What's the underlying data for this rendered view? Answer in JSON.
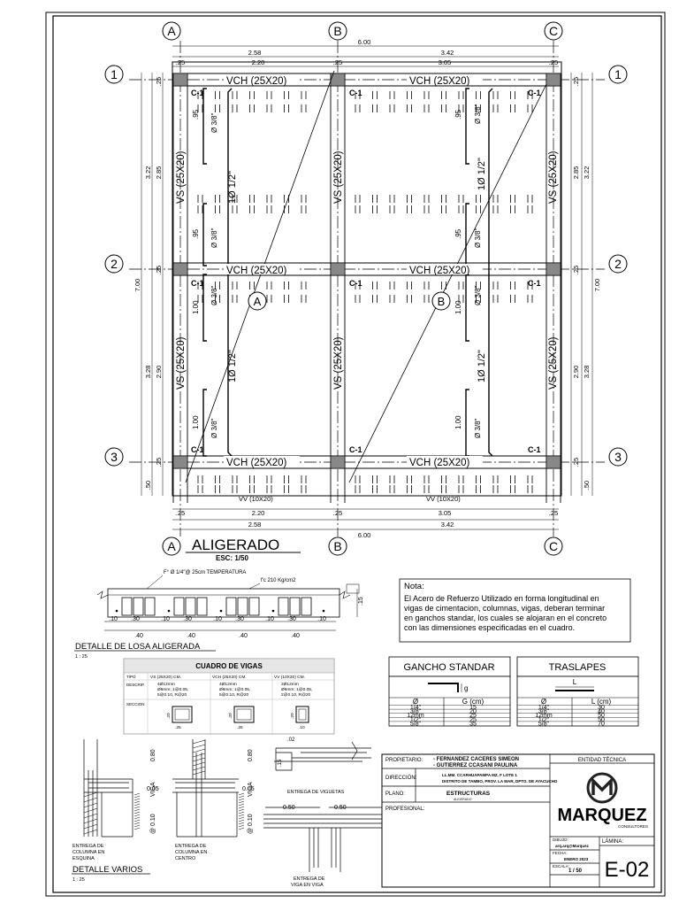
{
  "plan": {
    "axes_letters": [
      "A",
      "B",
      "C"
    ],
    "axes_numbers": [
      "1",
      "2",
      "3"
    ],
    "top_dims": {
      "total": "6.00",
      "ab": "2.58",
      "bc": "3.42",
      "ab_clear": "2.20",
      "bc_clear": "3.05",
      "col": ".25"
    },
    "bottom_dims": {
      "total": "6.00",
      "ab": "2.58",
      "bc": "3.42",
      "ab_clear": "2.20",
      "bc_clear": "3.05",
      "col": ".25"
    },
    "left_dims": {
      "total": "7.00",
      "r12": "3.22",
      "r12_clear": "2.85",
      "r23": "3.28",
      "r23_clear": "2.90",
      "col": ".25",
      "end": ".50"
    },
    "right_dims": {
      "total": "7.00",
      "r12": "3.22",
      "r12_clear": "2.85",
      "r23": "3.28",
      "r23_clear": "2.90",
      "col": ".25",
      "end": ".50"
    },
    "beam_h": "VCH (25X20)",
    "beam_v": "VS (25X20)",
    "beam_vv": "VV (10X20)",
    "col_label": "C-1",
    "rebar_main": "1Ø 1/2\"",
    "rebar_neg": "Ø 3/8\"",
    "neg_len_95": ".95",
    "neg_len_100": "1.00",
    "slab_a": "A",
    "slab_b": "B",
    "title": "ALIGERADO",
    "scale": "ESC: 1/50"
  },
  "losa": {
    "temp_note": "F° Ø 1/4\"@ 25cm TEMPERATURA",
    "fc_note": "f'c 210 Kg/cm2",
    "h": ".15",
    "d10": ".10",
    "d30": ".30",
    "d40": ".40",
    "title": "DETALLE DE LOSA ALIGERADA",
    "scale": "1 : 25"
  },
  "nota": {
    "title": "Nota:",
    "lines": [
      "El Acero de Refuerzo Utilizado en forma longitudinal en",
      "vigas de cimentacion, columnas, vigas, deberan terminar",
      "en ganchos standar, los cuales se alojaran en el concreto",
      "con las dimensiones especificadas en el cuadro."
    ]
  },
  "cuadro_vigas": {
    "title": "CUADRO DE VIGAS",
    "row_labels": [
      "TIPO",
      "DESCRIP.",
      "SECCION"
    ],
    "cols": [
      {
        "tipo": "VS (25X20) CM.",
        "d1": "4Ø12mm",
        "d2": "Ø6mm; 1@0.05,",
        "d3": "5@0.10, R@20",
        "w": ".25",
        "h": ".20"
      },
      {
        "tipo": "VCH (25X20) CM.",
        "d1": "4Ø12mm",
        "d2": "Ø6mm; 1@0.05,",
        "d3": "5@0.10, R@20",
        "w": ".25",
        "h": ".20"
      },
      {
        "tipo": "VV (10X20) CM.",
        "d1": "2Ø12mm",
        "d2": "Ø6mm; 1@0.05,",
        "d3": "2@0.10, R@20",
        "w": ".10",
        "h": ".20"
      }
    ]
  },
  "gancho": {
    "title": "GANCHO STANDAR",
    "label_g": "g",
    "headers": [
      "Ø",
      "G (cm)"
    ],
    "rows": [
      [
        "1/4\"",
        "15"
      ],
      [
        "3/8\"",
        "20"
      ],
      [
        "12mm",
        "25"
      ],
      [
        "1/2\"",
        "25"
      ],
      [
        "5/8\"",
        "35"
      ]
    ]
  },
  "traslapes": {
    "title": "TRASLAPES",
    "label_l": "L",
    "headers": [
      "Ø",
      "L (cm)"
    ],
    "rows": [
      [
        "1/4\"",
        "30"
      ],
      [
        "3/8\"",
        "40"
      ],
      [
        "12mm",
        "50"
      ],
      [
        "1/2\"",
        "50"
      ],
      [
        "5/8\"",
        "70"
      ]
    ]
  },
  "detalles": {
    "d1_caption": [
      "ENTREGA DE",
      "COLUMNA EN",
      "ESQUINA"
    ],
    "d2_caption": [
      "ENTREGA DE",
      "COLUMNA EN",
      "CENTRO"
    ],
    "d3_caption": "ENTREGA DE VIGUETAS",
    "d4_caption": [
      "ENTREGA DE",
      "VIGA EN VIGA"
    ],
    "viga": "VIGA",
    "d080": "0.80",
    "d005": "0.05",
    "d010": "@ 0.10",
    "d02": ".02",
    "d15": ".15",
    "d050": "0.50",
    "title": "DETALLE VARIOS",
    "scale": "1 : 25"
  },
  "title_block": {
    "propietario_label": "PROPIETARIO:",
    "propietario": [
      "- FERNANDEZ CACERES SIMEON",
      "- GUTIERREZ CCASANI PAULINA"
    ],
    "direccion_label": "DIRECCIÓN:",
    "direccion": [
      "LL.MM. CCARHUAPAMPA MZ. F LOTE 1",
      "DISTRITO DE TAMBO, PROV. LA MAR, DPTO. DE AYACUCHO"
    ],
    "plano_label": "PLANO:",
    "plano": "ESTRUCTURAS",
    "plano_sub": "ALIGERADO",
    "profesional_label": "PROFESIONAL:",
    "entidad": "ENTIDAD TÉCNICA",
    "logo_text": "MARQUEZ",
    "logo_sub": "CONSULTORES",
    "dibujo_label": "DIBUJO:",
    "dibujo": "arq.arq@Marquez",
    "fecha_label": "FECHA:",
    "fecha": "ENERO 2023",
    "escala_label": "ESCALA:",
    "escala": "1 / 50",
    "lamina_label": "LÁMINA:",
    "lamina": "E-02"
  }
}
